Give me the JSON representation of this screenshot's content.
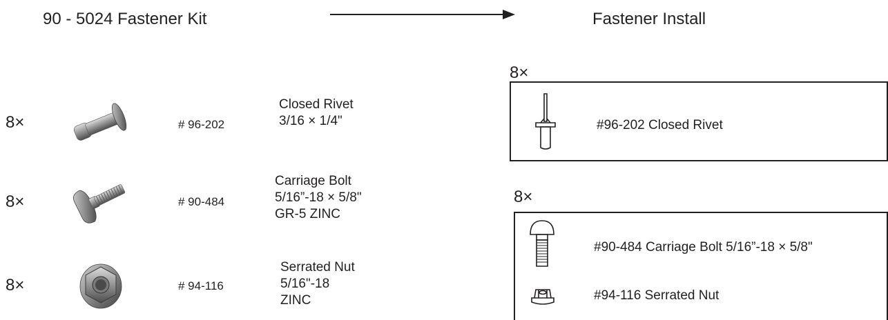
{
  "header": {
    "kit_title": "90 - 5024 Fastener Kit",
    "install_title": "Fastener Install",
    "arrow_icon": "right-arrow-icon"
  },
  "kit_items": [
    {
      "qty": "8×",
      "icon": "closed-rivet-icon",
      "part_number": "# 96-202",
      "desc_lines": [
        "Closed Rivet",
        "3/16 × 1/4\""
      ]
    },
    {
      "qty": "8×",
      "icon": "carriage-bolt-icon",
      "part_number": "# 90-484",
      "desc_lines": [
        "Carriage Bolt",
        "5/16”-18 × 5/8\"",
        "GR-5 ZINC"
      ]
    },
    {
      "qty": "8×",
      "icon": "serrated-nut-icon",
      "part_number": "# 94-116",
      "desc_lines": [
        "Serrated Nut",
        "5/16\"-18",
        "ZINC"
      ]
    }
  ],
  "install_groups": [
    {
      "qty": "8×",
      "rows": [
        {
          "icon": "rivet-outline-icon",
          "label": "#96-202 Closed Rivet"
        }
      ]
    },
    {
      "qty": "8×",
      "rows": [
        {
          "icon": "bolt-outline-icon",
          "label": "#90-484 Carriage Bolt  5/16”-18 × 5/8\""
        },
        {
          "icon": "nut-outline-icon",
          "label": "#94-116 Serrated Nut"
        }
      ]
    }
  ]
}
